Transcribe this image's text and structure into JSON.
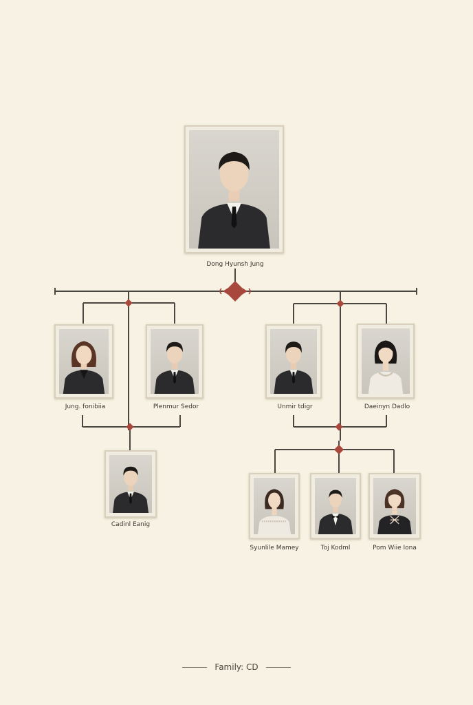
{
  "members": {
    "root": "Dong Hyunsh Jung",
    "m1": "Jung. fonibiia",
    "m2": "Plenmur Sedor",
    "m3": "Unmir tdigr",
    "m4": "Daeinyn Dadlo",
    "m5": "Cadinl Eanig",
    "m6": "Syunlile Mamey",
    "m7": "Toj Kodml",
    "m8": "Pom Wiie Iona"
  },
  "footer": {
    "label": "Family: CD"
  },
  "colors": {
    "background": "#f7f2e3",
    "line": "#4a4640",
    "connector": "#a8483c"
  }
}
